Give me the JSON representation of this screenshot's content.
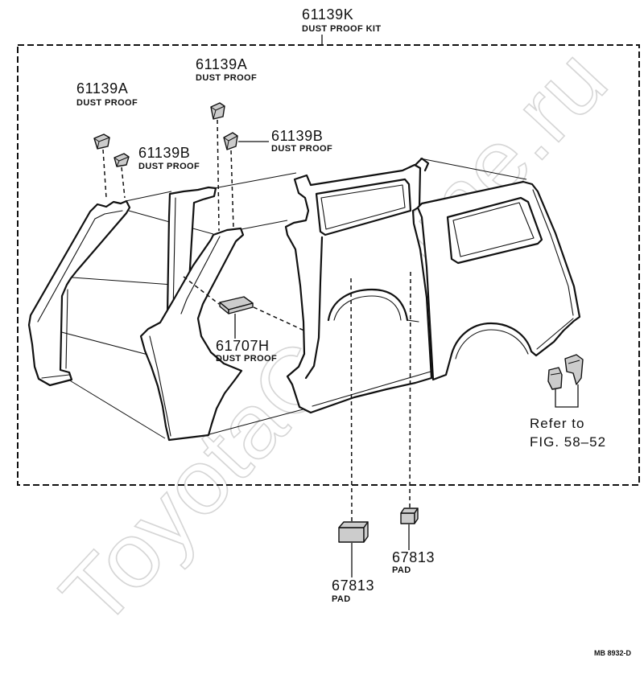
{
  "kit": {
    "part_no": "61139K",
    "desc": "DUST PROOF KIT"
  },
  "callouts": [
    {
      "part_no": "61139A",
      "desc": "DUST PROOF"
    },
    {
      "part_no": "61139A",
      "desc": "DUST PROOF"
    },
    {
      "part_no": "61139B",
      "desc": "DUST PROOF"
    },
    {
      "part_no": "61139B",
      "desc": "DUST PROOF"
    },
    {
      "part_no": "61707H",
      "desc": "DUST PROOF"
    },
    {
      "part_no": "67813",
      "desc": "PAD"
    },
    {
      "part_no": "67813",
      "desc": "PAD"
    }
  ],
  "reference": {
    "line1": "Refer to",
    "line2": "FIG. 58–52"
  },
  "figure_code": "MB 8932-D",
  "watermark": "ToyotaCarMine.ru",
  "colors": {
    "ink": "#111111",
    "background": "#ffffff",
    "part_fill": "#cccccc",
    "watermark": "#d6d6d6"
  }
}
